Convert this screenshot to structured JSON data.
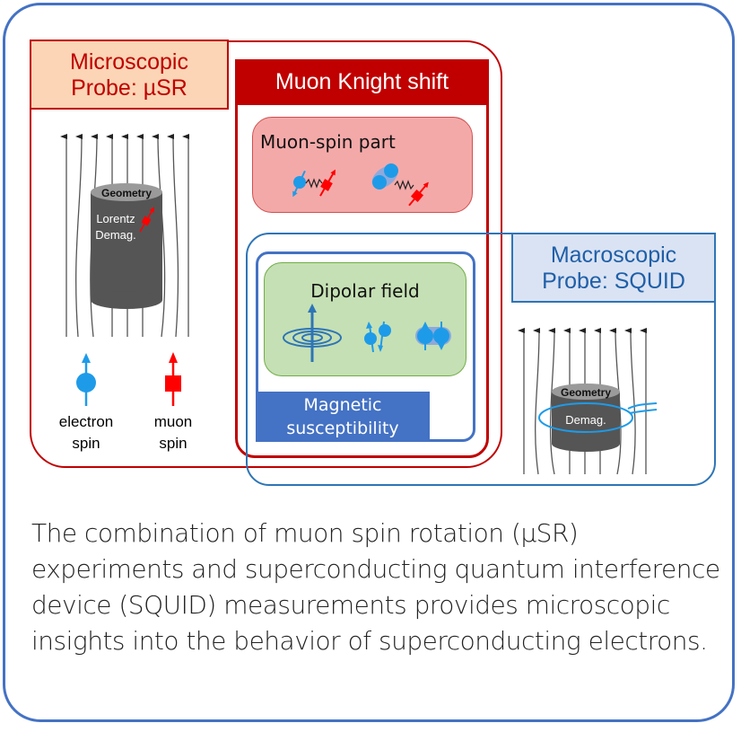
{
  "diagram": {
    "microscopic_probe": {
      "label_line1": "Microscopic",
      "label_line2": "Probe: µSR",
      "sample": {
        "top_label": "Geometry",
        "body_line1": "Lorentz",
        "body_line2": "Demag."
      },
      "legend": [
        {
          "label_line1": "electron",
          "label_line2": "spin",
          "color": "#1e9be8"
        },
        {
          "label_line1": "muon",
          "label_line2": "spin",
          "color": "#ff0000"
        }
      ]
    },
    "muon_knight_shift": {
      "label": "Muon Knight shift",
      "muon_spin_part": {
        "title": "Muon-spin part"
      }
    },
    "magnetic_susceptibility": {
      "label_line1": "Magnetic",
      "label_line2": "susceptibility",
      "dipolar_field": {
        "title": "Dipolar field"
      }
    },
    "macroscopic_probe": {
      "label_line1": "Macroscopic",
      "label_line2": "Probe: SQUID",
      "sample": {
        "top_label": "Geometry",
        "body_line1": "Demag."
      }
    },
    "colors": {
      "frame": "#4472c4",
      "micro_red": "#c00000",
      "micro_fill": "#fbd5b5",
      "macro_blue": "#2e75b6",
      "macro_fill": "#dae3f3",
      "muon_part_fill": "#f4a9a9",
      "dipolar_fill": "#c5e0b4",
      "susceptibility_fill": "#4472c4"
    }
  },
  "caption": "The combination of muon spin rotation (μSR) experiments and superconducting quantum interference device (SQUID) measurements provides microscopic insights into the behavior of superconducting electrons."
}
